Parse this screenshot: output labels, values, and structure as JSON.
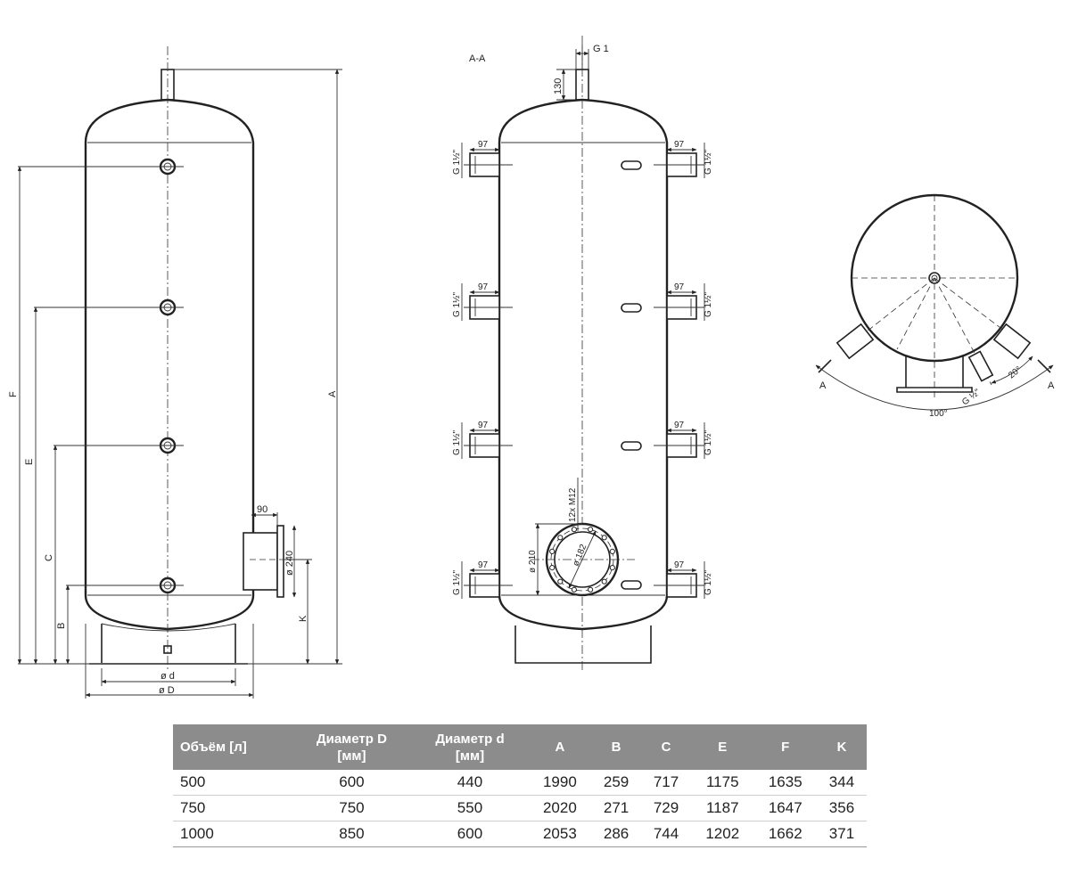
{
  "drawing": {
    "section_label": "A-A",
    "side_view": {
      "dimensions": {
        "A": "A",
        "F": "F",
        "E": "E",
        "C": "C",
        "B": "B",
        "K": "K",
        "flange_depth": "90",
        "flange_diameter": "ø 240",
        "small_diameter": "ø d",
        "large_diameter": "ø D"
      }
    },
    "section_view": {
      "top_connection": "G 1",
      "top_height": "130",
      "nozzle_length": "97",
      "nozzle_thread": "G 1½\"",
      "flange_bolts": "12x M12",
      "flange_outer": "ø 210",
      "flange_pcd": "ø 182"
    },
    "plan_view": {
      "angle_total": "100°",
      "angle_small": "20°",
      "drain_thread": "G ½\"",
      "cut_left": "A",
      "cut_right": "A"
    }
  },
  "table": {
    "headers": [
      "Объём [л]",
      "Диаметр D\n[мм]",
      "Диаметр d\n[мм]",
      "A",
      "B",
      "C",
      "E",
      "F",
      "K"
    ],
    "rows": [
      [
        "500",
        "600",
        "440",
        "1990",
        "259",
        "717",
        "1175",
        "1635",
        "344"
      ],
      [
        "750",
        "750",
        "550",
        "2020",
        "271",
        "729",
        "1187",
        "1647",
        "356"
      ],
      [
        "1000",
        "850",
        "600",
        "2053",
        "286",
        "744",
        "1202",
        "1662",
        "371"
      ]
    ]
  }
}
